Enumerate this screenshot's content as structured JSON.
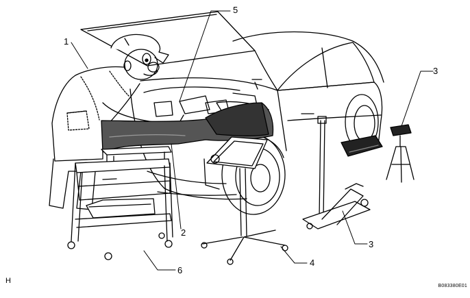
{
  "callouts": {
    "mechanic": "1",
    "mat": "2",
    "jack_stand": "3",
    "floor_jack": "3",
    "work_light": "4",
    "hood": "5",
    "parts_cart": "6"
  },
  "corner_letter": "H",
  "figure_code": "B083380E01"
}
